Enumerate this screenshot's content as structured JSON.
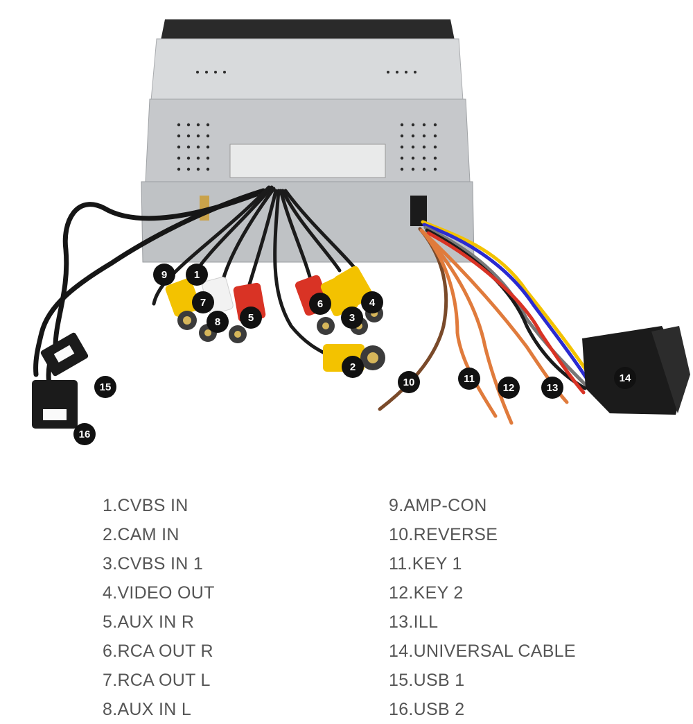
{
  "callouts": [
    "1",
    "2",
    "3",
    "4",
    "5",
    "6",
    "7",
    "8",
    "9",
    "10",
    "11",
    "12",
    "13",
    "14",
    "15",
    "16"
  ],
  "legend": {
    "left": [
      "1.CVBS IN",
      "2.CAM IN",
      "3.CVBS IN 1",
      "4.VIDEO OUT",
      "5.AUX IN R",
      "6.RCA OUT R",
      "7.RCA OUT L",
      "8.AUX IN L"
    ],
    "right": [
      "9.AMP-CON",
      "10.REVERSE",
      "11.KEY 1",
      "12.KEY 2",
      "13.ILL",
      "14.UNIVERSAL CABLE",
      "15.USB 1",
      "16.USB 2"
    ]
  },
  "colors": {
    "rca_yellow": "#f3c200",
    "rca_red": "#d93325",
    "rca_white": "#f2f2f2",
    "chassis": "#c9cbce",
    "connector_black": "#1b1b1b",
    "wire_orange": "#e07b3c",
    "wire_brown": "#7a4a2a",
    "wire_gray": "#777777"
  }
}
